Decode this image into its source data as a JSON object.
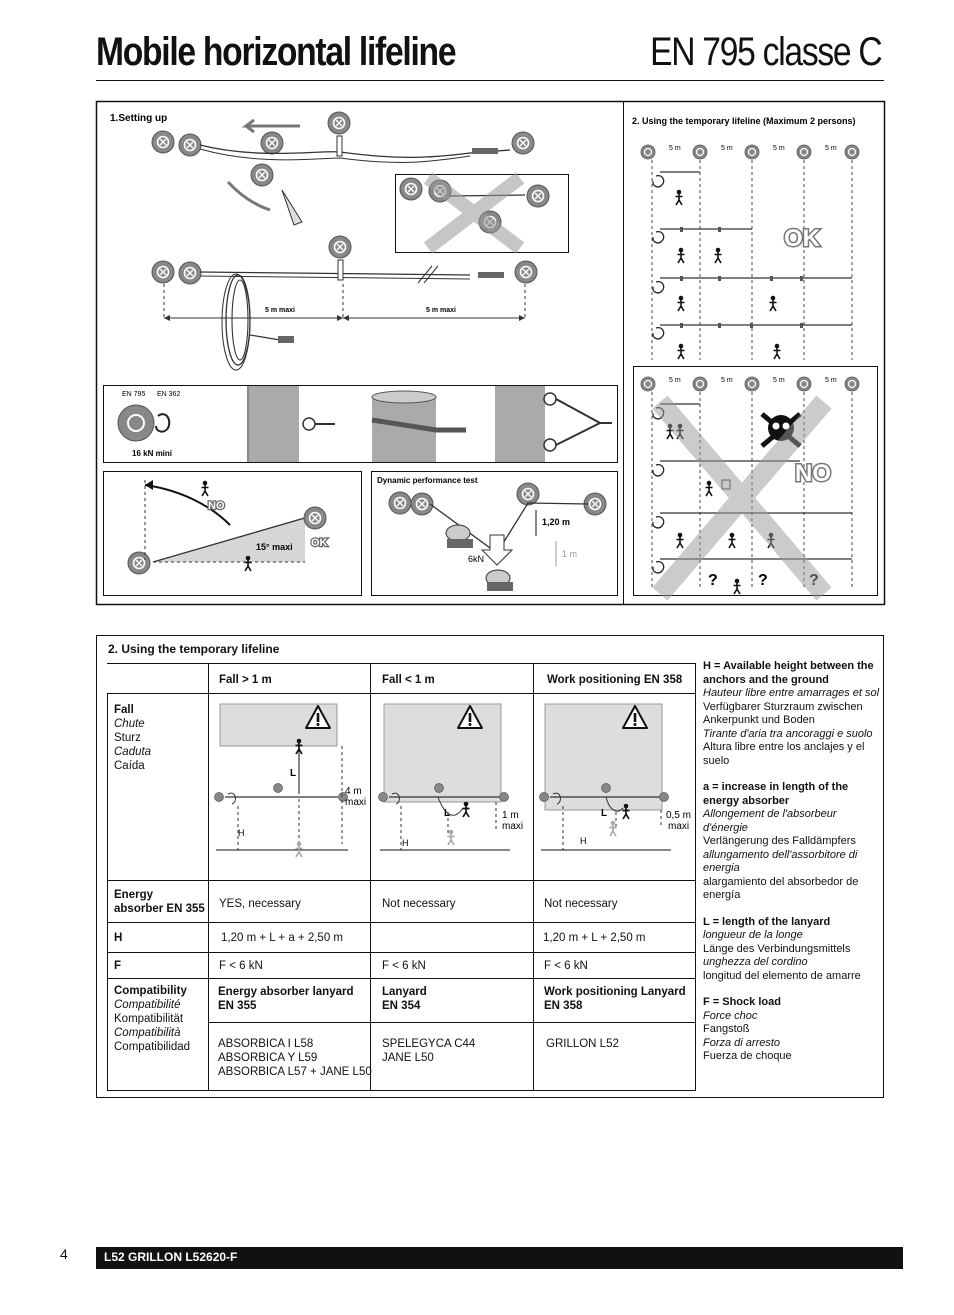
{
  "header": {
    "title": "Mobile horizontal lifeline",
    "norm": "EN 795 classe C"
  },
  "panel_setup": {
    "title": "1.Setting up",
    "dim_left": "5 m maxi",
    "dim_right": "5 m maxi"
  },
  "panel_anchors": {
    "norm1": "EN 795",
    "norm2": "EN 362",
    "strength": "16 kN mini"
  },
  "panel_angle": {
    "no": "NO",
    "ok": "OK",
    "angle": "15° maxi"
  },
  "panel_dynamic": {
    "title": "Dynamic performance test",
    "height1": "1,20 m",
    "height2": "1 m",
    "force": "6kN"
  },
  "panel_using": {
    "title": "2. Using the temporary lifeline (Maximum 2 persons)",
    "spacing": [
      "5 m",
      "5 m",
      "5 m",
      "5 m"
    ],
    "ok": "OK",
    "no": "NO",
    "question": "?"
  },
  "table": {
    "title": "2. Using the temporary lifeline",
    "columns": [
      "Fall > 1 m",
      "Fall < 1 m",
      "Work positioning EN 358"
    ],
    "fall_row_label": [
      "Fall",
      "Chute",
      "Sturz",
      "Caduta",
      "Caída"
    ],
    "diagram_labels": {
      "L": "L",
      "H": "H",
      "col1_height": "4 m",
      "col1_maxi": "maxi",
      "col2_height": "1 m",
      "col2_maxi": "maxi",
      "col3_height": "0,5 m",
      "col3_maxi": "maxi"
    },
    "energy_label": [
      "Energy",
      "absorber EN 355"
    ],
    "energy_values": [
      "YES, necessary",
      "Not necessary",
      "Not necessary"
    ],
    "h_label": "H",
    "h_values": [
      "1,20 m + L + a  + 2,50 m",
      "",
      "1,20 m + L + 2,50 m"
    ],
    "f_label": "F",
    "f_values": [
      "F < 6 kN",
      "F < 6 kN",
      "F < 6 kN"
    ],
    "compat_label": [
      "Compatibility",
      "Compatibilité",
      "Kompatibilität",
      "Compatibilità",
      "Compatibilidad"
    ],
    "compat_headers": [
      [
        "Energy absorber lanyard",
        "EN 355"
      ],
      [
        "Lanyard",
        "EN 354"
      ],
      [
        "Work positioning Lanyard",
        "EN 358"
      ]
    ],
    "compat_products": [
      [
        "ABSORBICA I  L58",
        "ABSORBICA Y  L59",
        "ABSORBICA L57 + JANE L50"
      ],
      [
        "SPELEGYCA  C44",
        "JANE L50"
      ],
      [
        "GRILLON L52"
      ]
    ]
  },
  "legend": [
    {
      "lines": [
        {
          "t": "H = Available height between the anchors and the ground",
          "s": "b"
        },
        {
          "t": "Hauteur libre entre amarrages et sol",
          "s": "i"
        },
        {
          "t": "Verfügbarer Sturzraum zwischen Ankerpunkt und Boden",
          "s": ""
        },
        {
          "t": "Tirante d'aria tra ancoraggi e suolo",
          "s": "i"
        },
        {
          "t": "Altura libre entre los anclajes y el suelo",
          "s": ""
        }
      ]
    },
    {
      "lines": [
        {
          "t": "a = increase in length of the energy absorber",
          "s": "b"
        },
        {
          "t": "Allongement de l'absorbeur d'énergie",
          "s": "i"
        },
        {
          "t": "Verlängerung des Falldämpfers",
          "s": ""
        },
        {
          "t": "allungamento dell'assorbitore di energia",
          "s": "i"
        },
        {
          "t": "alargamiento del absorbedor de energía",
          "s": ""
        }
      ]
    },
    {
      "lines": [
        {
          "t": "L = length of the lanyard",
          "s": "b"
        },
        {
          "t": "longueur de la longe",
          "s": "i"
        },
        {
          "t": "Länge des Verbindungsmittels",
          "s": ""
        },
        {
          "t": "unghezza del cordino",
          "s": "i"
        },
        {
          "t": "longitud del elemento de amarre",
          "s": ""
        }
      ]
    },
    {
      "lines": [
        {
          "t": "F = Shock load",
          "s": "b"
        },
        {
          "t": "Force choc",
          "s": "i"
        },
        {
          "t": "Fangstoß",
          "s": ""
        },
        {
          "t": "Forza di arresto",
          "s": "i"
        },
        {
          "t": "Fuerza de choque",
          "s": ""
        }
      ]
    }
  ],
  "footer": {
    "page_number": "4",
    "reference": "L52 GRILLON  L52620-F"
  }
}
